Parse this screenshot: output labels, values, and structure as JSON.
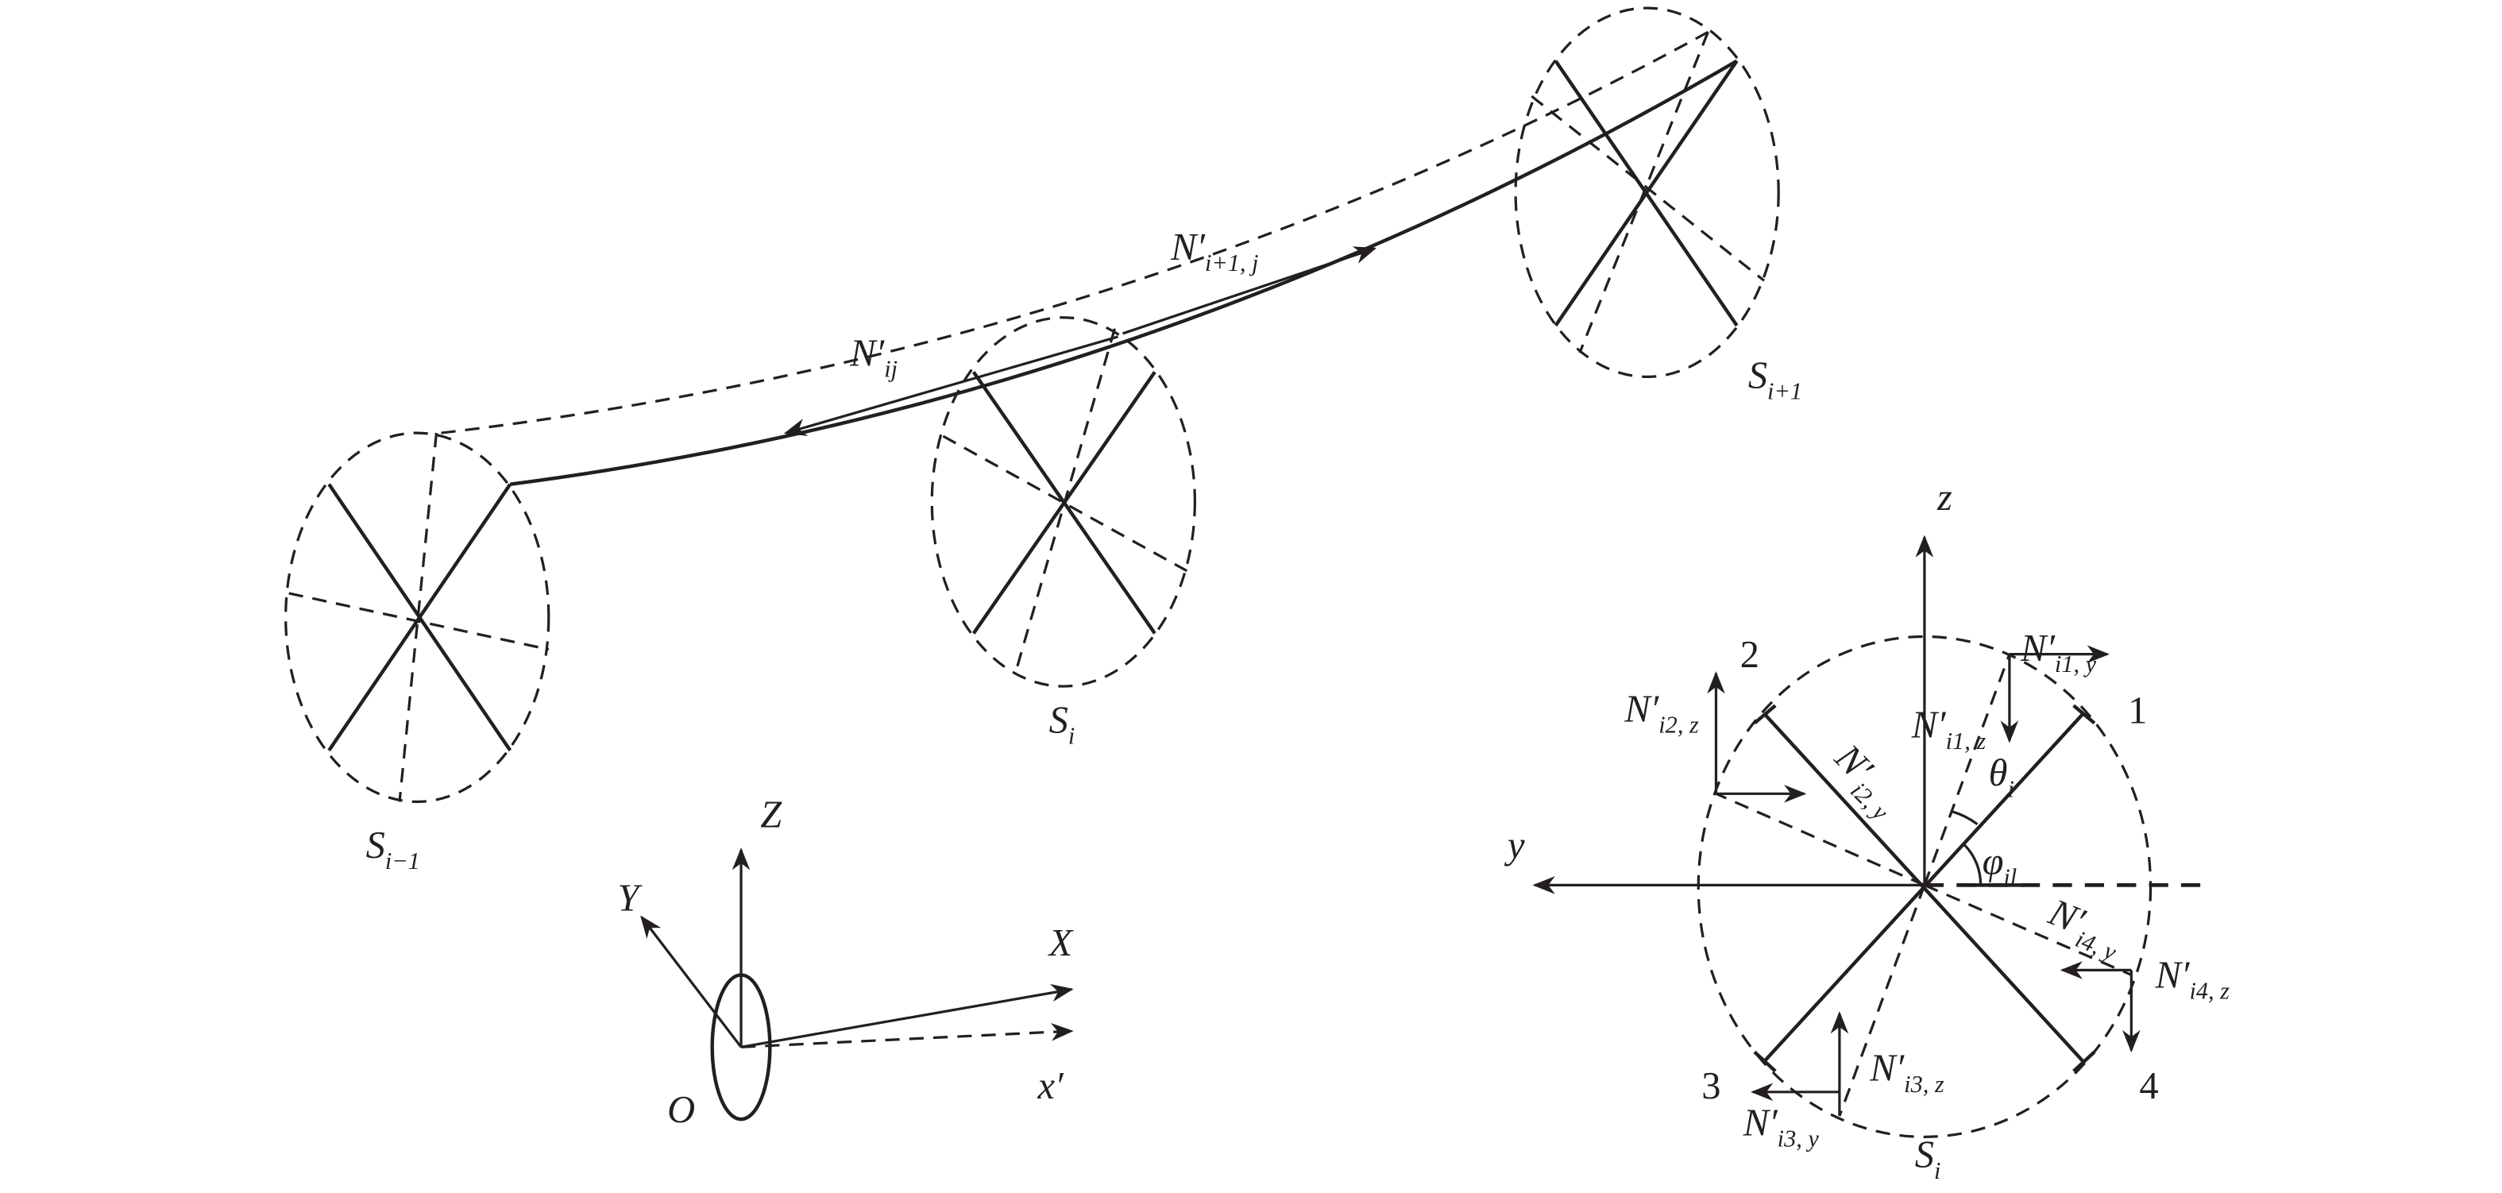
{
  "colors": {
    "ink": "#231f20",
    "background": "#ffffff"
  },
  "left_view": {
    "sections": [
      {
        "base": "S",
        "sub": "i−1"
      },
      {
        "base": "S",
        "sub": "i"
      },
      {
        "base": "S",
        "sub": "i+1"
      }
    ],
    "forces": [
      {
        "base": "N′",
        "sub": "ij"
      },
      {
        "base": "N′",
        "sub": "i+1, j"
      }
    ],
    "axes": {
      "Z": "Z",
      "Y": "Y",
      "X": "X",
      "x_prime": "x′",
      "origin": "O"
    }
  },
  "right_view": {
    "axes": {
      "z": "z",
      "y": "y"
    },
    "section": {
      "base": "S",
      "sub": "i"
    },
    "numbers": [
      "1",
      "2",
      "3",
      "4"
    ],
    "angles": {
      "theta": {
        "base": "θ",
        "sub": "i"
      },
      "phi": {
        "base": "φ",
        "sub": "il"
      }
    },
    "forces": {
      "i1y": {
        "base": "N′",
        "sub": "i1, y"
      },
      "i1z": {
        "base": "N′",
        "sub": "i1, z"
      },
      "i2z": {
        "base": "N′",
        "sub": "i2, z"
      },
      "i2y": {
        "base": "N′",
        "sub": "i2, y"
      },
      "i3z": {
        "base": "N′",
        "sub": "i3, z"
      },
      "i3y": {
        "base": "N′",
        "sub": "i3, y"
      },
      "i4y": {
        "base": "N′",
        "sub": "i4, y"
      },
      "i4z": {
        "base": "N′",
        "sub": "i4, z"
      }
    }
  }
}
